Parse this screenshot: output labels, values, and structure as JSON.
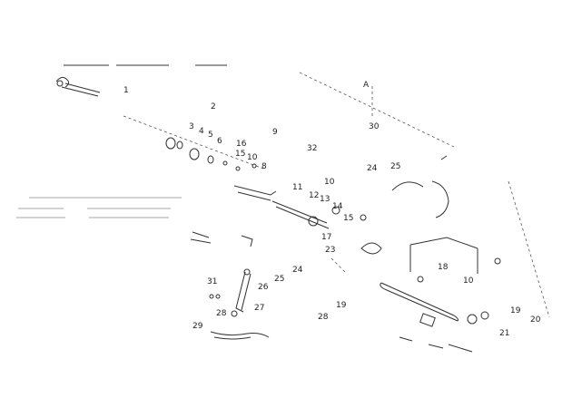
{
  "diagram": {
    "callout_A": "A",
    "part_numbers": {
      "p1": "1",
      "p2": "2",
      "p3": "3",
      "p4": "4",
      "p5": "5",
      "p6": "6",
      "p16": "16",
      "p15": "15",
      "p10a": "10",
      "p9": "9",
      "p32": "32",
      "p30": "30",
      "p24a": "24",
      "p25a": "25",
      "p10b": "10",
      "p11": "11",
      "p12": "12",
      "p13": "13",
      "p14": "14",
      "p15b": "15",
      "p17": "17",
      "p23": "23",
      "p24b": "24",
      "p25b": "25",
      "p26": "26",
      "p27": "27",
      "p28": "28",
      "p29": "29",
      "p18": "18",
      "p10c": "10",
      "p19a": "19",
      "p19b": "19",
      "p20": "20",
      "p21": "21",
      "p31": "31",
      "p8": "8"
    }
  }
}
